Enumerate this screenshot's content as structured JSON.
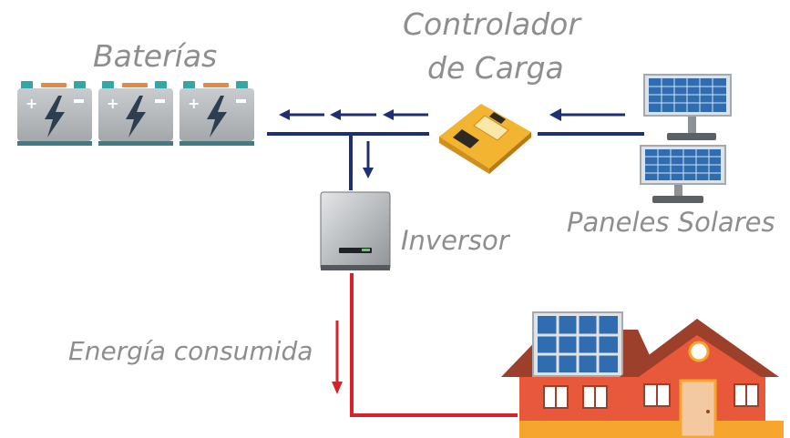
{
  "labels": {
    "batteries": "Baterías",
    "controller_line1": "Controlador",
    "controller_line2": "de Carga",
    "panels": "Paneles Solares",
    "inverter": "Inversor",
    "consumption": "Energía consumida"
  },
  "colors": {
    "dc_line": "#1f2f73",
    "ac_line": "#d8222a",
    "label": "#8e8e8e",
    "battery_body": "#b9bcbf",
    "battery_band": "#e38a46",
    "battery_terminal": "#35a5a6",
    "controller": "#f3b431",
    "panel_cell": "#2f6db0",
    "house_wall": "#e8593c",
    "roof": "#9c3f2b"
  },
  "icons": [
    "battery-icon",
    "charge-controller-icon",
    "solar-panel-icon",
    "inverter-icon",
    "house-icon",
    "arrow-icon"
  ]
}
